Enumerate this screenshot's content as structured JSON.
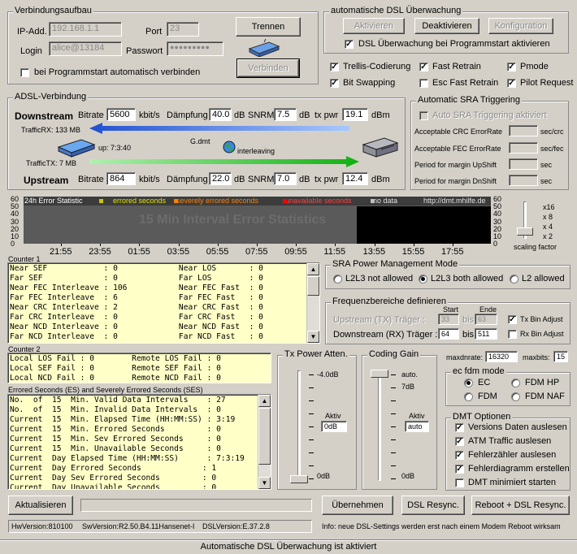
{
  "conn": {
    "title": "Verbindungsaufbau",
    "ip_label": "IP-Add.",
    "ip": "192.168.1.1",
    "port_label": "Port",
    "port": "23",
    "login_label": "Login",
    "login": "alice@13184",
    "pw_label": "Passwort",
    "pw": "●●●●●●●●●",
    "auto_label": "bei Programmstart automatisch verbinden",
    "btn_trennen": "Trennen",
    "btn_verbinden": "Verbinden"
  },
  "dslw": {
    "title": "automatische DSL Überwachung",
    "btn_aktivieren": "Aktivieren",
    "btn_deaktivieren": "Deaktivieren",
    "btn_konfig": "Konfiguration",
    "startup_label": "DSL Überwachung bei Programmstart aktivieren"
  },
  "opts": [
    {
      "label": "Trellis-Codierung",
      "checked": true
    },
    {
      "label": "Fast Retrain",
      "checked": true
    },
    {
      "label": "Pmode",
      "checked": true
    },
    {
      "label": "Bit Swapping",
      "checked": true
    },
    {
      "label": "Esc Fast Retrain",
      "checked": false
    },
    {
      "label": "Pilot Request",
      "checked": true
    }
  ],
  "adsl": {
    "title": "ADSL-Verbindung",
    "down_label": "Downstream",
    "bitrate_label": "Bitrate",
    "down_bitrate": "5600",
    "unit_kbit": "kbit/s",
    "daempf_label": "Dämpfung",
    "down_daempf": "40.0",
    "unit_db": "dB",
    "snrm_label": "SNRM",
    "down_snrm": "7.5",
    "txpwr_label": "tx pwr",
    "down_txpwr": "19.1",
    "unit_dbm": "dBm",
    "up_label": "Upstream",
    "up_bitrate": "864",
    "up_daempf": "22.0",
    "up_snrm": "7.0",
    "up_txpwr": "12.4",
    "traffic_rx": "TrafficRX: 133 MB",
    "traffic_tx": "TrafficTX: 7 MB",
    "uptime": "up: 7:3:40",
    "mode": "G.dmt",
    "interleave": "interleaving"
  },
  "sra": {
    "title": "Automatic SRA Triggering",
    "auto_label": "Auto SRA Triggering aktiviert",
    "crc_label": "Acceptable CRC ErrorRate",
    "crc_unit": "sec/crc",
    "fec_label": "Acceptable FEC ErrorRate",
    "fec_unit": "sec/fec",
    "up_label": "Period for margin UpShift",
    "up_unit": "sec",
    "dn_label": "Period for margin DnShift",
    "dn_unit": "sec"
  },
  "chart": {
    "header": "24h Error Statistic",
    "leg1": "errored seconds",
    "leg2": "severely errored seconds",
    "leg3": "unavailable seconds",
    "leg4": "no data",
    "url": "http://dmt.mhilfe.de",
    "watermark": "15 Min Interval Error Statistics",
    "yticks": [
      "60",
      "50",
      "40",
      "30",
      "20",
      "10",
      "0"
    ],
    "xticks": [
      "21:55",
      "23:55",
      "01:55",
      "03:55",
      "05:55",
      "07:55",
      "09:55",
      "11:55",
      "13:55",
      "15:55",
      "17:55"
    ],
    "scale_labels": [
      "x16",
      "x 8",
      "x 4",
      "x 2"
    ],
    "scale_caption": "scaling factor",
    "colors": {
      "errored": "#c8c800",
      "severe": "#ff8000",
      "unavail": "#ff0000",
      "nodata": "#c0c0c0"
    }
  },
  "counter1": {
    "title": "Counter 1",
    "lines": [
      "Near SEF            : 0             Near LOS       : 0",
      "Far SEF             : 0             Far LOS        : 0",
      "Near FEC Interleave : 106           Near FEC Fast  : 0",
      "Far FEC Interleave  : 6             Far FEC Fast   : 0",
      "Near CRC Interleave : 2             Near CRC Fast  : 0",
      "Far CRC Interleave  : 0             Far CRC Fast   : 0",
      "Near NCD Interleave : 0             Near NCD Fast  : 0",
      "Far NCD Interleave  : 0             Far NCD Fast   : 0"
    ]
  },
  "counter2": {
    "title": "Counter 2",
    "lines": [
      "Local LOS Fail : 0        Remote LOS Fail : 0",
      "Local SEF Fail : 0        Remote SEF Fail : 0",
      "Local NCD Fail : 0        Remote NCD Fail : 0"
    ]
  },
  "errsec": {
    "title": "Errored Seconds (ES) and Severely Errored Seconds (SES)",
    "lines": [
      "No.  of  15  Min. Valid Data Intervals    : 27",
      "No.  of  15  Min. Invalid Data Intervals  : 0",
      "Current  15  Min. Elapsed Time (HH:MM:SS) : 3:19",
      "Current  15  Min. Errored Seconds         : 0",
      "Current  15  Min. Sev Errored Seconds     : 0",
      "Current  15  Min. Unavailable Seconds     : 0",
      "Current  Day Elapsed Time (HH:MM:SS)      : 7:3:19",
      "Current  Day Errored Seconds             : 1",
      "Current  Day Sev Errored Seconds         : 0",
      "Current  Day Unavailable Seconds         : 0"
    ]
  },
  "txatt": {
    "title": "Tx Power Atten.",
    "top": "-4.0dB",
    "bottom": "0dB",
    "aktiv_label": "Aktiv",
    "aktiv": "0dB"
  },
  "coding": {
    "title": "Coding Gain",
    "auto_lbl": "auto.",
    "top": "7dB",
    "bottom": "0dB",
    "aktiv_label": "Aktiv",
    "aktiv": "auto"
  },
  "srapm": {
    "title": "SRA Power Management Mode",
    "opt1": "L2L3 not allowed",
    "opt2": "L2L3 both allowed",
    "opt3": "L2 allowed"
  },
  "freq": {
    "title": "Frequenzbereiche definieren",
    "start_lbl": "Start",
    "ende_lbl": "Ende",
    "up_label": "Upstream (TX) Träger :",
    "up_start": "33",
    "bis": "bis",
    "up_end": "63",
    "tx_adj": "Tx Bin Adjust",
    "dn_label": "Downstream (RX) Träger :",
    "dn_start": "64",
    "dn_end": "511",
    "rx_adj": "Rx Bin Adjust"
  },
  "maxrate": {
    "label": "maxdnrate:",
    "value": "16320",
    "bits_label": "maxbits:",
    "bits": "15"
  },
  "fdm": {
    "title": "ec fdm mode",
    "ec": "EC",
    "fdmhp": "FDM HP",
    "fdm": "FDM",
    "fdmnaf": "FDM NAF"
  },
  "dmt": {
    "title": "DMT Optionen",
    "items": [
      {
        "label": "Versions Daten auslesen",
        "checked": true
      },
      {
        "label": "ATM Traffic auslesen",
        "checked": true
      },
      {
        "label": "Fehlerzähler auslesen",
        "checked": true
      },
      {
        "label": "Fehlerdiagramm erstellen",
        "checked": true
      },
      {
        "label": "DMT minimiert starten",
        "checked": false
      }
    ]
  },
  "bottom": {
    "btn_aktualisieren": "Aktualisieren",
    "btn_uebernehmen": "Übernehmen",
    "btn_resync": "DSL Resync.",
    "btn_reboot": "Reboot + DSL Resync.",
    "hwver": "HwVersion:810100",
    "swver": "SwVersion:R2.50.B4.11Hansenet-I",
    "dslver": "DSLVersion:E.37.2.8",
    "info": "Info: neue DSL-Settings werden erst nach einem Modem Reboot wirksam",
    "status": "Automatische DSL Überwachung ist aktiviert"
  }
}
